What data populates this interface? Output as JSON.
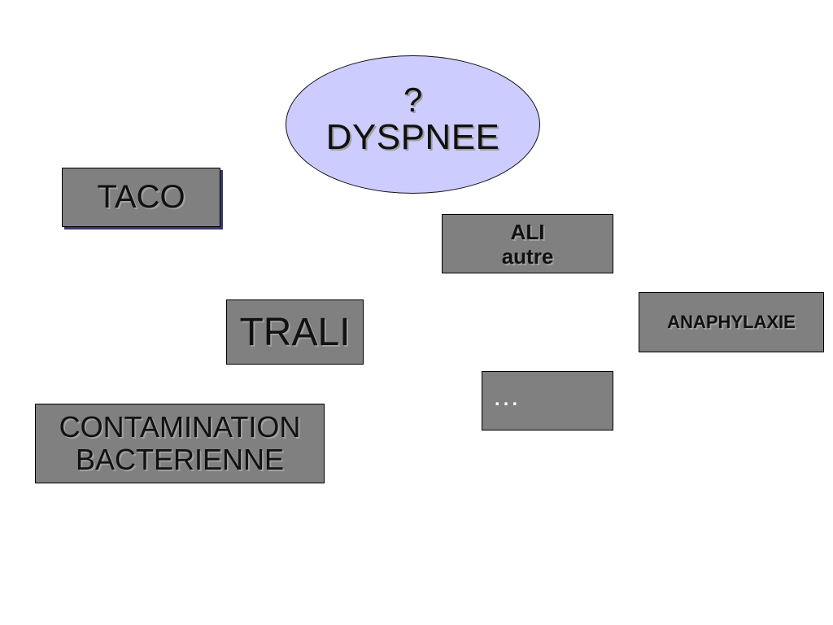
{
  "center": {
    "question": "?",
    "title": "DYSPNEE"
  },
  "boxes": {
    "taco": "TACO",
    "trali": "TRALI",
    "contamination_line1": "CONTAMINATION",
    "contamination_line2": "BACTERIENNE",
    "ali_line1": "ALI",
    "ali_line2": "autre",
    "anaphylaxie": "ANAPHYLAXIE",
    "ellipsis": "…"
  },
  "colors": {
    "ellipse_fill": "#ccccff",
    "box_fill": "#808080"
  }
}
